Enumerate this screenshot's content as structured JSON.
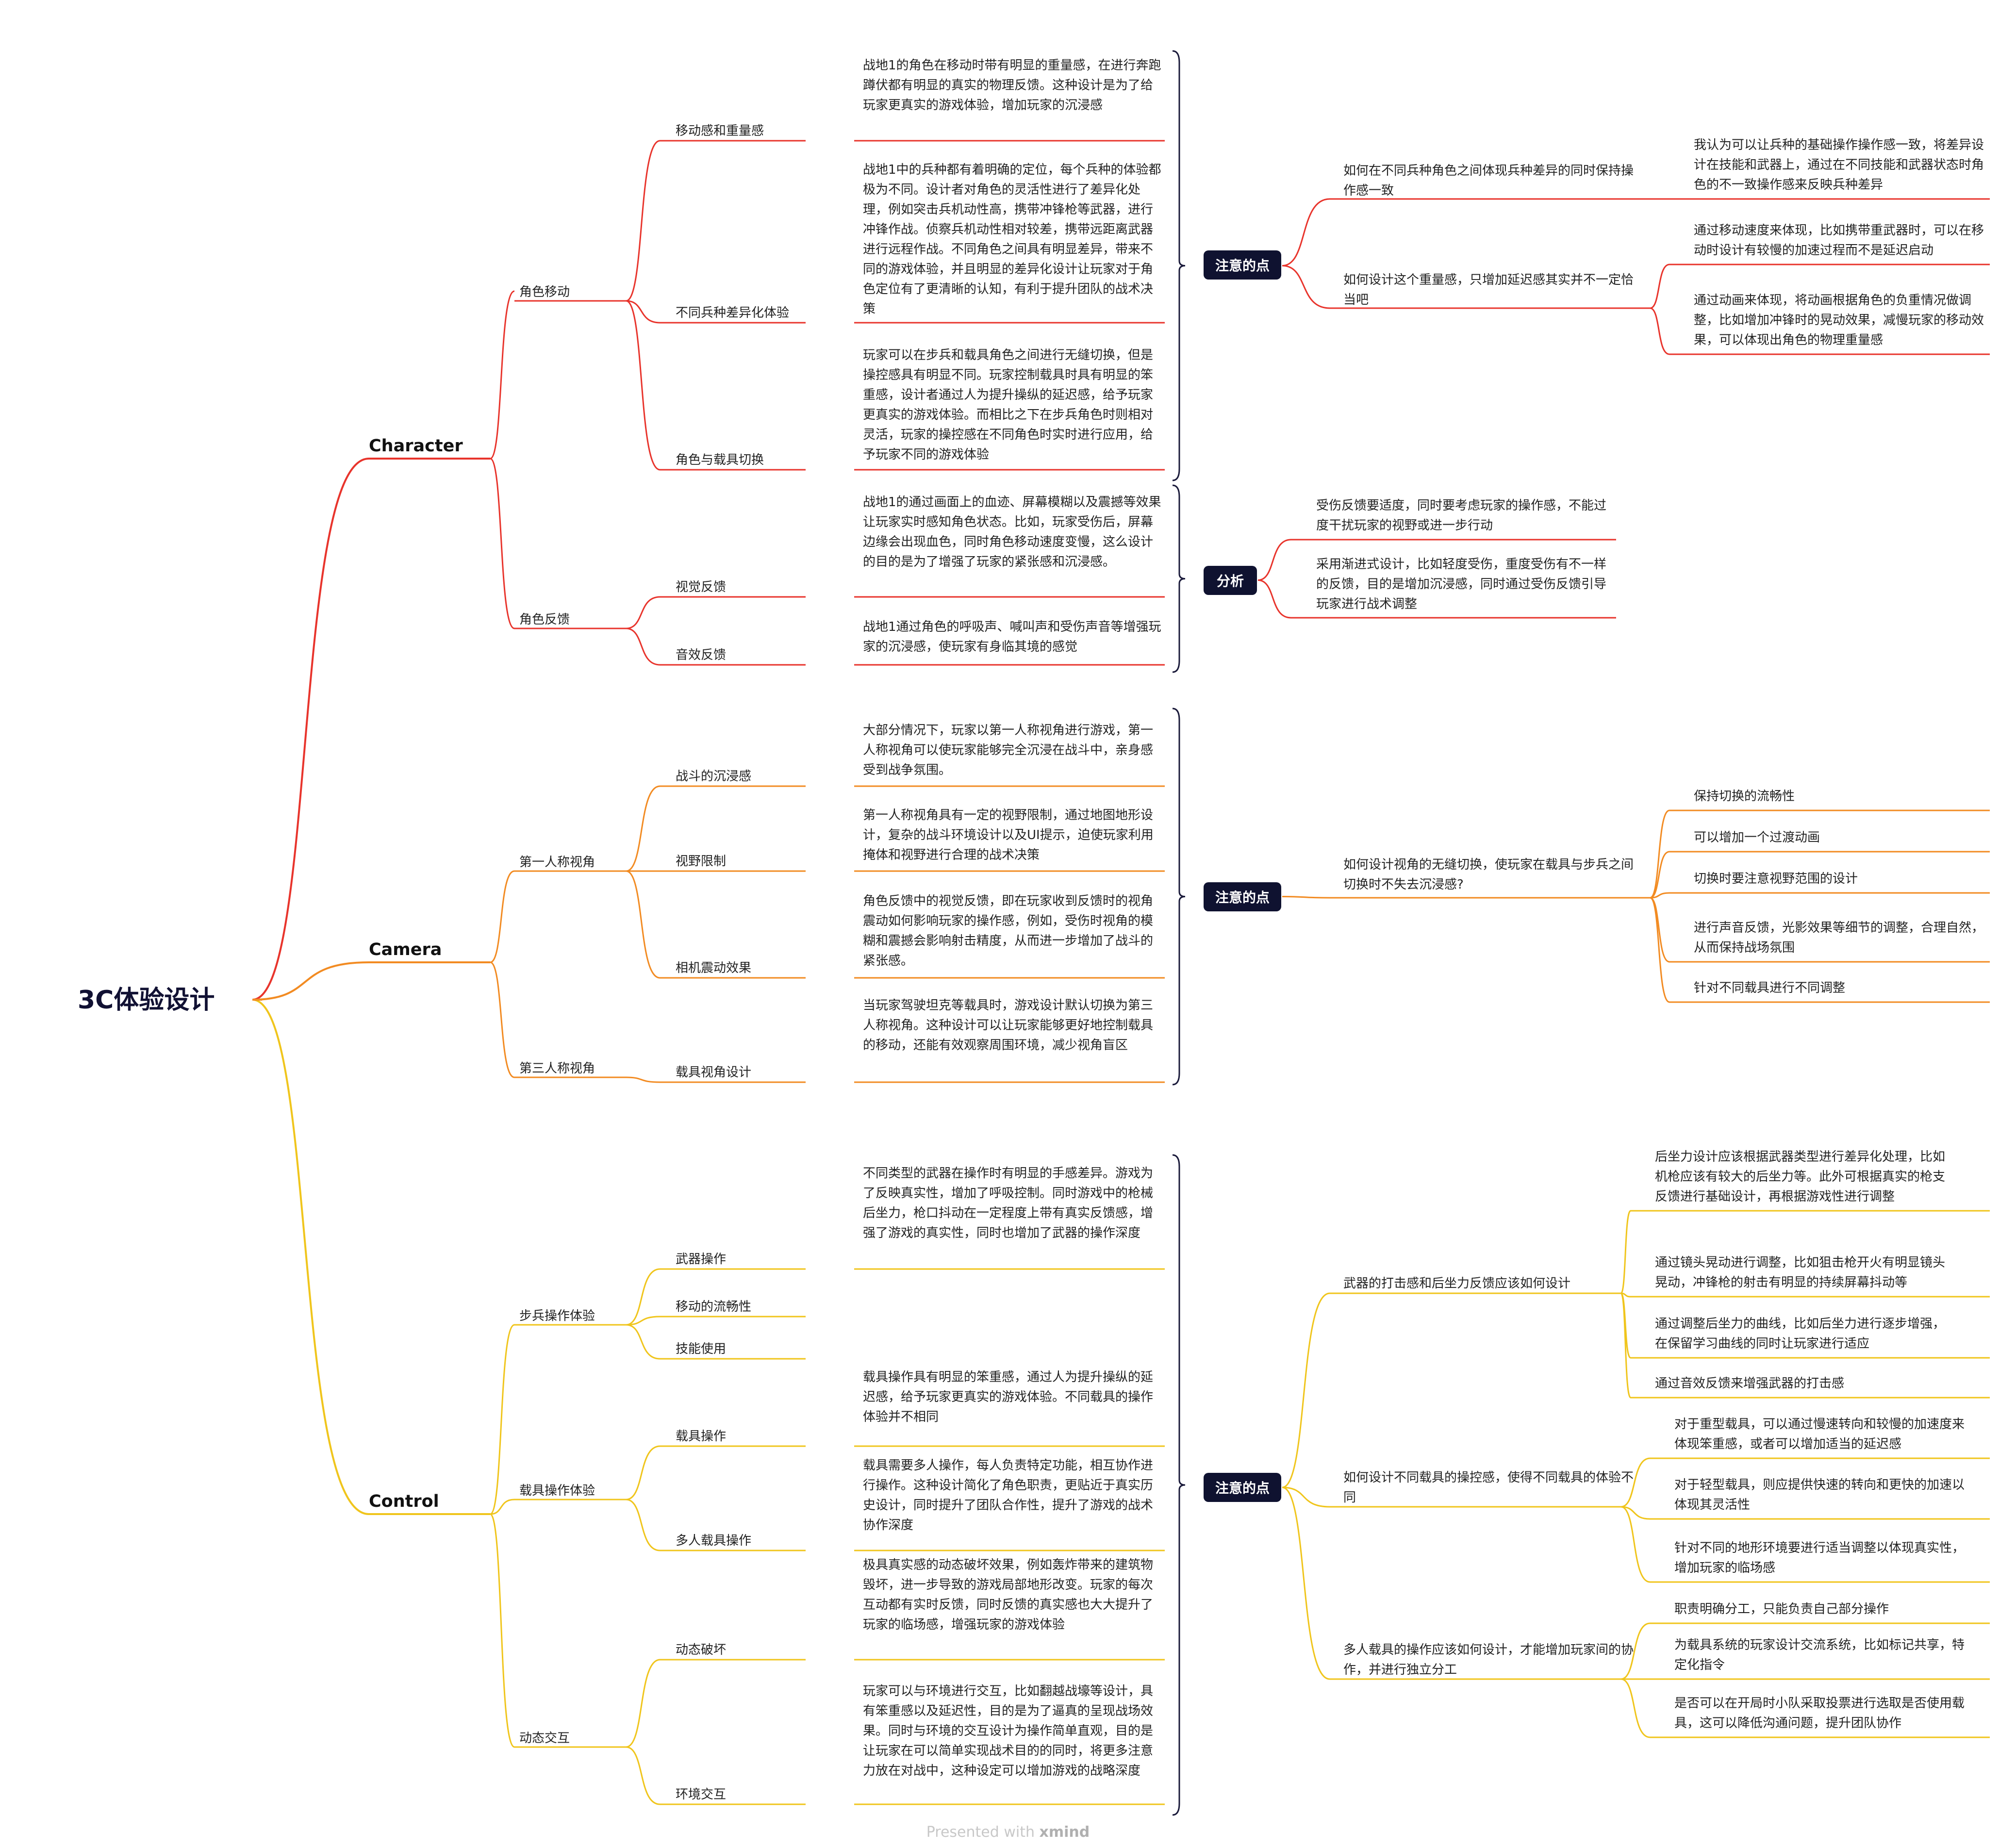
{
  "colors": {
    "red": "#e8342c",
    "orange": "#f28b22",
    "yellow": "#f0c51c",
    "bracket": "#1a1a3a",
    "pill_bg": "#0f1230"
  },
  "root": "3C体验设计",
  "branches": {
    "character": {
      "title": "Character",
      "movement": {
        "title": "角色移动",
        "items": [
          {
            "label": "移动感和重量感",
            "desc": "战地1的角色在移动时带有明显的重量感，在进行奔跑蹲伏都有明显的真实的物理反馈。这种设计是为了给玩家更真实的游戏体验，增加玩家的沉浸感"
          },
          {
            "label": "不同兵种差异化体验",
            "desc": "战地1中的兵种都有着明确的定位，每个兵种的体验都极为不同。设计者对角色的灵活性进行了差异化处理，例如突击兵机动性高，携带冲锋枪等武器，进行冲锋作战。侦察兵机动性相对较差，携带远距离武器进行远程作战。不同角色之间具有明显差异，带来不同的游戏体验，并且明显的差异化设计让玩家对于角色定位有了更清晰的认知，有利于提升团队的战术决策"
          },
          {
            "label": "角色与载具切换",
            "desc": "玩家可以在步兵和载具角色之间进行无缝切换，但是操控感具有明显不同。玩家控制载具时具有明显的笨重感，设计者通过人为提升操纵的延迟感，给予玩家更真实的游戏体验。而相比之下在步兵角色时则相对灵活，玩家的操控感在不同角色时实时进行应用，给予玩家不同的游戏体验"
          }
        ],
        "note_tag": "注意的点",
        "notes": [
          {
            "q": "如何在不同兵种角色之间体现兵种差异的同时保持操作感一致",
            "answers": [
              "我认为可以让兵种的基础操作操作感一致，将差异设计在技能和武器上，通过在不同技能和武器状态时角色的不一致操作感来反映兵种差异"
            ]
          },
          {
            "q": "如何设计这个重量感，只增加延迟感其实并不一定恰当吧",
            "answers": [
              "通过移动速度来体现，比如携带重武器时，可以在移动时设计有较慢的加速过程而不是延迟启动",
              "通过动画来体现，将动画根据角色的负重情况做调整，比如增加冲锋时的晃动效果，减慢玩家的移动效果，可以体现出角色的物理重量感"
            ]
          }
        ]
      },
      "feedback": {
        "title": "角色反馈",
        "items": [
          {
            "label": "视觉反馈",
            "desc": "战地1的通过画面上的血迹、屏幕模糊以及震撼等效果让玩家实时感知角色状态。比如，玩家受伤后，屏幕边缘会出现血色，同时角色移动速度变慢，这么设计的目的是为了增强了玩家的紧张感和沉浸感。"
          },
          {
            "label": "音效反馈",
            "desc": "战地1通过角色的呼吸声、喊叫声和受伤声音等增强玩家的沉浸感，使玩家有身临其境的感觉"
          }
        ],
        "note_tag": "分析",
        "analysis": [
          "受伤反馈要适度，同时要考虑玩家的操作感，不能过度干扰玩家的视野或进一步行动",
          "采用渐进式设计，比如轻度受伤，重度受伤有不一样的反馈，目的是增加沉浸感，同时通过受伤反馈引导玩家进行战术调整"
        ]
      }
    },
    "camera": {
      "title": "Camera",
      "first": {
        "title": "第一人称视角",
        "items": [
          {
            "label": "战斗的沉浸感",
            "desc": "大部分情况下，玩家以第一人称视角进行游戏，第一人称视角可以使玩家能够完全沉浸在战斗中，亲身感受到战争氛围。"
          },
          {
            "label": "视野限制",
            "desc": "第一人称视角具有一定的视野限制，通过地图地形设计，复杂的战斗环境设计以及UI提示，迫使玩家利用掩体和视野进行合理的战术决策"
          },
          {
            "label": "相机震动效果",
            "desc": "角色反馈中的视觉反馈，即在玩家收到反馈时的视角震动如何影响玩家的操作感，例如，受伤时视角的模糊和震撼会影响射击精度，从而进一步增加了战斗的紧张感。"
          }
        ]
      },
      "third": {
        "title": "第三人称视角",
        "items": [
          {
            "label": "载具视角设计",
            "desc": "当玩家驾驶坦克等载具时，游戏设计默认切换为第三人称视角。这种设计可以让玩家能够更好地控制载具的移动，还能有效观察周围环境，减少视角盲区"
          }
        ]
      },
      "note_tag": "注意的点",
      "note_q": "如何设计视角的无缝切换，使玩家在载具与步兵之间切换时不失去沉浸感?",
      "note_answers": [
        "保持切换的流畅性",
        "可以增加一个过渡动画",
        "切换时要注意视野范围的设计",
        "进行声音反馈，光影效果等细节的调整，合理自然，从而保持战场氛围",
        "针对不同载具进行不同调整"
      ]
    },
    "control": {
      "title": "Control",
      "infantry": {
        "title": "步兵操作体验",
        "items": [
          {
            "label": "武器操作",
            "desc": "不同类型的武器在操作时有明显的手感差异。游戏为了反映真实性，增加了呼吸控制。同时游戏中的枪械后坐力，枪口抖动在一定程度上带有真实反馈感，增强了游戏的真实性，同时也增加了武器的操作深度"
          },
          {
            "label": "移动的流畅性",
            "desc": ""
          },
          {
            "label": "技能使用",
            "desc": ""
          }
        ]
      },
      "vehicle": {
        "title": "载具操作体验",
        "items": [
          {
            "label": "载具操作",
            "desc": "载具操作具有明显的笨重感，通过人为提升操纵的延迟感，给予玩家更真实的游戏体验。不同载具的操作体验并不相同"
          },
          {
            "label": "多人载具操作",
            "desc": "载具需要多人操作，每人负责特定功能，相互协作进行操作。这种设计简化了角色职责，更贴近于真实历史设计，同时提升了团队合作性，提升了游戏的战术协作深度"
          }
        ]
      },
      "dynamic": {
        "title": "动态交互",
        "items": [
          {
            "label": "动态破坏",
            "desc": "极具真实感的动态破坏效果，例如轰炸带来的建筑物毁坏，进一步导致的游戏局部地形改变。玩家的每次互动都有实时反馈，同时反馈的真实感也大大提升了玩家的临场感，增强玩家的游戏体验"
          },
          {
            "label": "环境交互",
            "desc": "玩家可以与环境进行交互，比如翻越战壕等设计，具有笨重感以及延迟性，目的是为了逼真的呈现战场效果。同时与环境的交互设计为操作简单直观，目的是让玩家在可以简单实现战术目的的同时，将更多注意力放在对战中，这种设定可以增加游戏的战略深度"
          }
        ]
      },
      "note_tag": "注意的点",
      "notes": [
        {
          "q": "武器的打击感和后坐力反馈应该如何设计",
          "answers": [
            "后坐力设计应该根据武器类型进行差异化处理，比如机枪应该有较大的后坐力等。此外可根据真实的枪支反馈进行基础设计，再根据游戏性进行调整",
            "通过镜头晃动进行调整，比如狙击枪开火有明显镜头晃动，冲锋枪的射击有明显的持续屏幕抖动等",
            "通过调整后坐力的曲线，比如后坐力进行逐步增强，在保留学习曲线的同时让玩家进行适应",
            "通过音效反馈来增强武器的打击感"
          ]
        },
        {
          "q": "如何设计不同载具的操控感，使得不同载具的体验不同",
          "answers": [
            "对于重型载具，可以通过慢速转向和较慢的加速度来体现笨重感，或者可以增加适当的延迟感",
            "对于轻型载具，则应提供快速的转向和更快的加速以体现其灵活性",
            "针对不同的地形环境要进行适当调整以体现真实性，增加玩家的临场感"
          ]
        },
        {
          "q": "多人载具的操作应该如何设计，才能增加玩家间的协作，并进行独立分工",
          "answers": [
            "职责明确分工，只能负责自己部分操作",
            "为载具系统的玩家设计交流系统，比如标记共享，特定化指令",
            "是否可以在开局时小队采取投票进行选取是否使用载具，这可以降低沟通问题，提升团队协作"
          ]
        }
      ]
    }
  },
  "footer": {
    "prefix": "Presented with ",
    "brand": "xmind"
  }
}
